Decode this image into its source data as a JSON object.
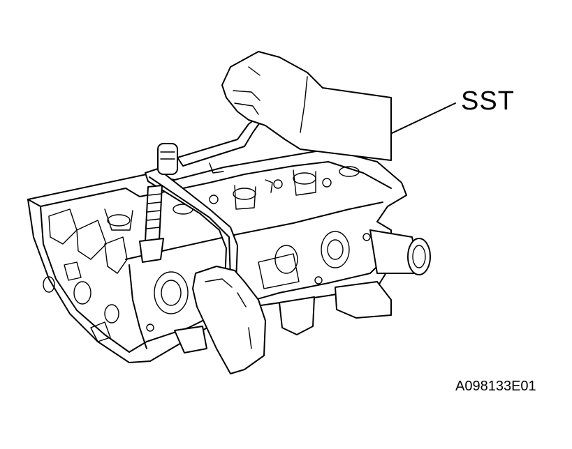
{
  "labels": {
    "callout": "SST",
    "figure_id": "A098133E01"
  },
  "icons": {
    "illustration": "cylinder-head-valve-spring-compressor-illustration"
  },
  "colors": {
    "ink": "#000000",
    "background": "#ffffff"
  }
}
